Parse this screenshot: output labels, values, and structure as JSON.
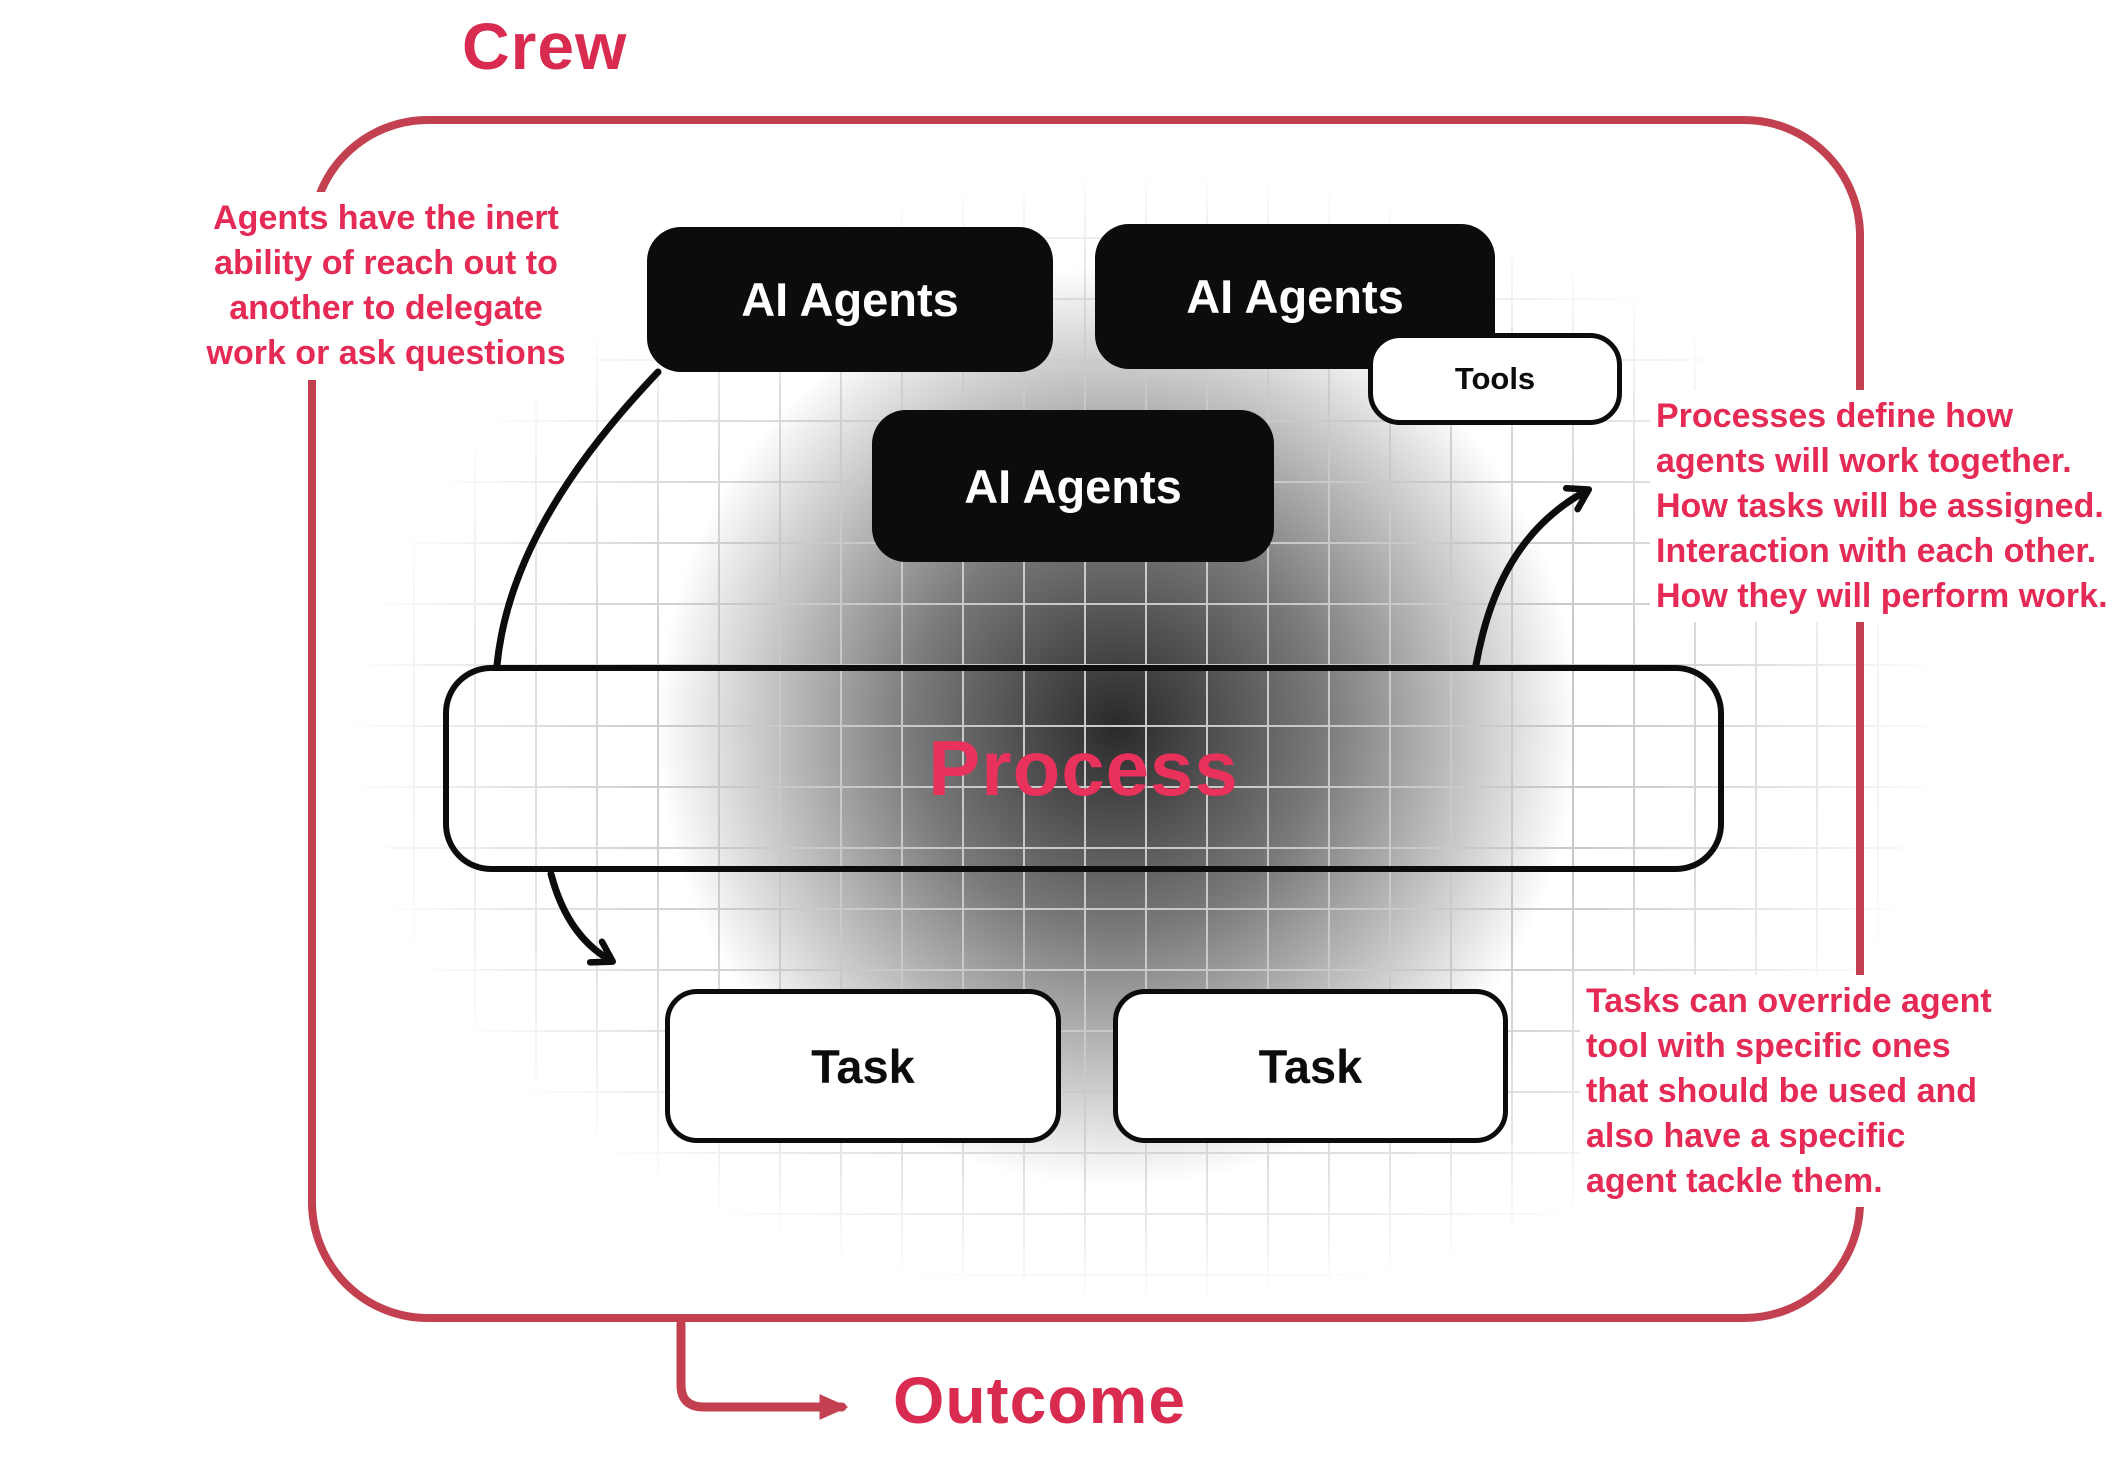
{
  "title": "Crew",
  "outcome_label": "Outcome",
  "nodes": {
    "agents1": "AI Agents",
    "agents2": "AI Agents",
    "agents3": "AI Agents",
    "tools": "Tools",
    "process": "Process",
    "task1": "Task",
    "task2": "Task"
  },
  "annotations": {
    "left": "Agents have the inert\nability of reach out to\nanother to delegate\nwork or ask questions",
    "right_top": "Processes define how\nagents will work together.\nHow tasks will be assigned.\nInteraction with each other.\nHow they will perform work.",
    "right_bottom": "Tasks can override agent\ntool with specific ones\nthat should be used and\nalso have a specific\nagent tackle them."
  },
  "colors": {
    "accent_text": "#e42a55",
    "container_border": "#c2404f",
    "box_black": "#0c0c0c",
    "grid_line": "#c9c9c9"
  }
}
